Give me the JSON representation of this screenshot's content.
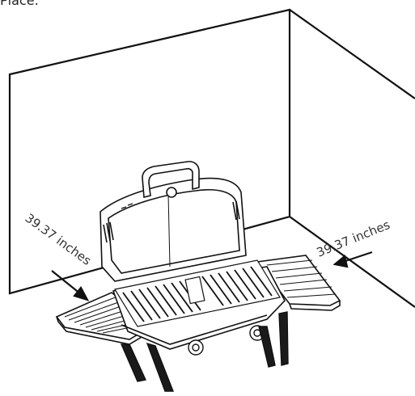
{
  "header": {
    "cut_text": "Place:"
  },
  "labels": {
    "left_clearance": "39.37 inches",
    "right_clearance": "39.37 inches"
  },
  "colors": {
    "line": "#111111",
    "text": "#333333",
    "fill": "#ffffff",
    "dark": "#1a1a1a"
  }
}
